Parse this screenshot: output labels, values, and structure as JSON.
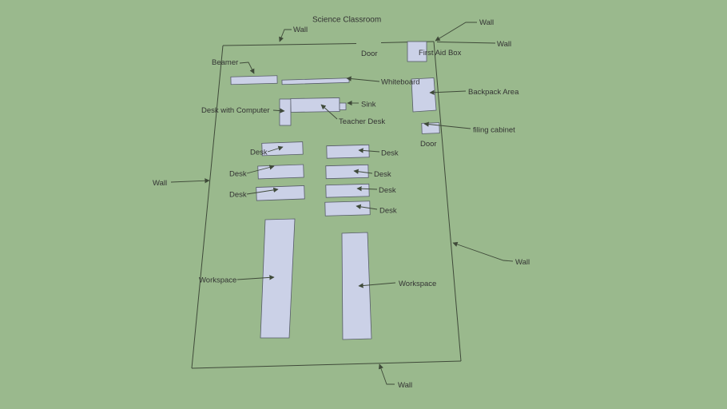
{
  "title": "Science Classroom",
  "labels": {
    "wall": "Wall",
    "door": "Door",
    "first_aid_box": "First Aid Box",
    "beamer": "Beamer",
    "whiteboard": "Whiteboard",
    "sink": "Sink",
    "teacher_desk": "Teacher Desk",
    "desk_with_computer": "Desk with Computer",
    "backpack_area": "Backpack Area",
    "filing_cabinet": "filing cabinet",
    "desk": "Desk",
    "workspace": "Workspace"
  },
  "colors": {
    "background": "#9ab98d",
    "wall_line": "#3f4a39",
    "furniture_fill": "#cbd1e7",
    "furniture_stroke": "#565b68",
    "text": "#333333"
  }
}
